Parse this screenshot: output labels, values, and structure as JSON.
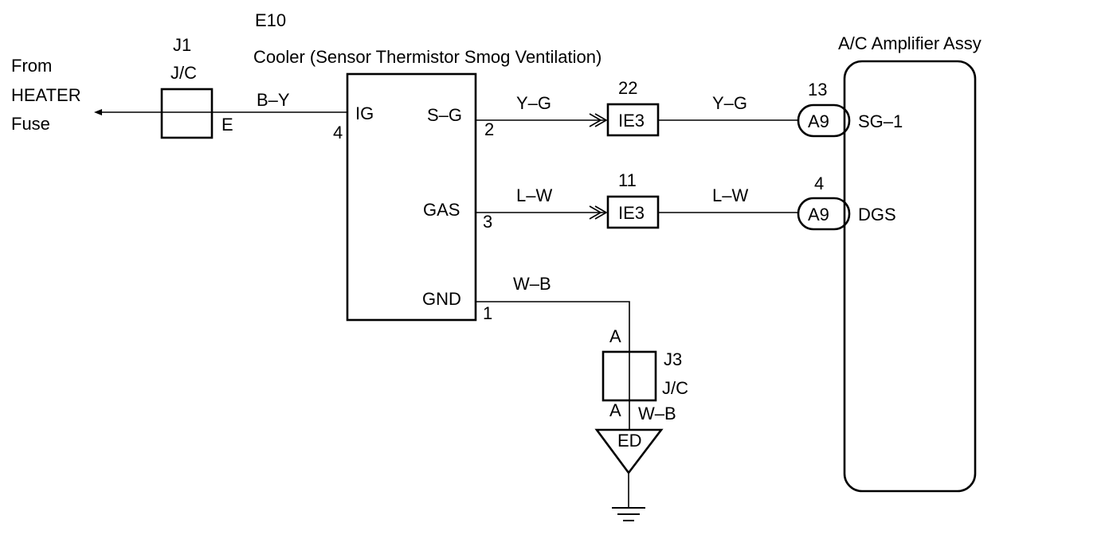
{
  "source": {
    "from_line1": "From",
    "from_line2": "HEATER",
    "from_line3": "Fuse"
  },
  "j1": {
    "id": "J1",
    "type": "J/C",
    "pin": "E"
  },
  "e10": {
    "id": "E10",
    "name": "Cooler (Sensor Thermistor Smog Ventilation)",
    "pins": {
      "ig": {
        "label": "IG",
        "number": "4"
      },
      "sg": {
        "label": "S–G",
        "number": "2"
      },
      "gas": {
        "label": "GAS",
        "number": "3"
      },
      "gnd": {
        "label": "GND",
        "number": "1"
      }
    }
  },
  "wires": {
    "b_y": "B–Y",
    "y_g_left": "Y–G",
    "y_g_right": "Y–G",
    "l_w_left": "L–W",
    "l_w_right": "L–W",
    "w_b_top": "W–B",
    "w_b_bottom": "W–B"
  },
  "connectors": {
    "ie3_top": {
      "label": "IE3",
      "pin": "22"
    },
    "ie3_mid": {
      "label": "IE3",
      "pin": "11"
    },
    "a9_top": {
      "label": "A9",
      "pin": "13"
    },
    "a9_mid": {
      "label": "A9",
      "pin": "4"
    }
  },
  "amplifier": {
    "name": "A/C Amplifier Assy",
    "pins": {
      "sg1": "SG–1",
      "dgs": "DGS"
    }
  },
  "j3": {
    "id": "J3",
    "type": "J/C",
    "pin_top": "A",
    "pin_bottom": "A"
  },
  "ground": {
    "label": "ED"
  }
}
